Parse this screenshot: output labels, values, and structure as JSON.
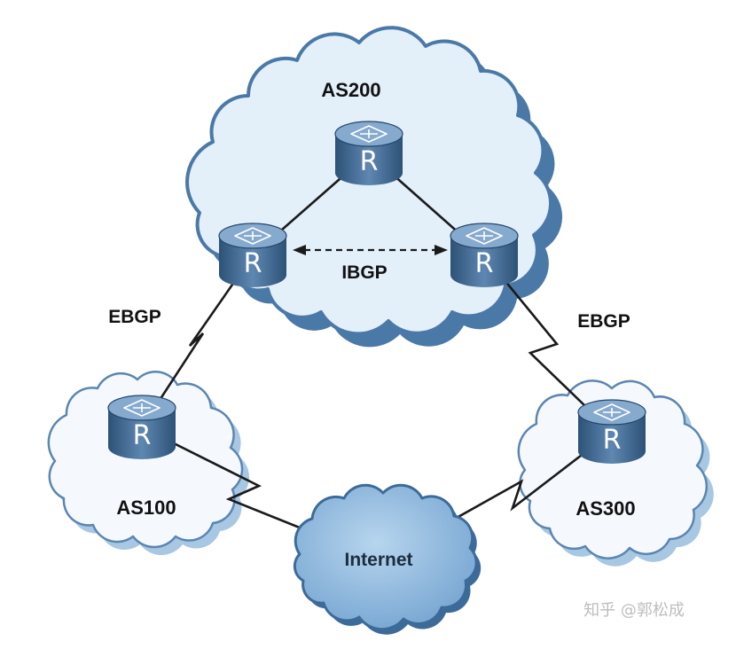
{
  "diagram": {
    "as200": {
      "label": "AS200"
    },
    "as100": {
      "label": "AS100"
    },
    "as300": {
      "label": "AS300"
    },
    "internet": {
      "label": "Internet"
    },
    "ibgp": {
      "label": "IBGP"
    },
    "ebgp_left": {
      "label": "EBGP"
    },
    "ebgp_right": {
      "label": "EBGP"
    }
  },
  "routers": [
    {
      "label": "R"
    },
    {
      "label": "R"
    },
    {
      "label": "R"
    },
    {
      "label": "R"
    },
    {
      "label": "R"
    }
  ],
  "watermark": "知乎 @郭松成",
  "colors": {
    "cloud_fill": "#e3eff9",
    "cloud_shadow": "#4b79a7",
    "small_cloud_fill": "#f5f9fd",
    "small_cloud_shadow": "#a8c7e3",
    "internet_light": "#b7d5ee",
    "internet_dark": "#76a5d1",
    "internet_shadow": "#3d6b99",
    "router_dark": "#2d5277",
    "router_light": "#5e87b1",
    "router_top": "#86aace",
    "link": "#1a1a1a",
    "watermark": "#bdbdbd"
  }
}
